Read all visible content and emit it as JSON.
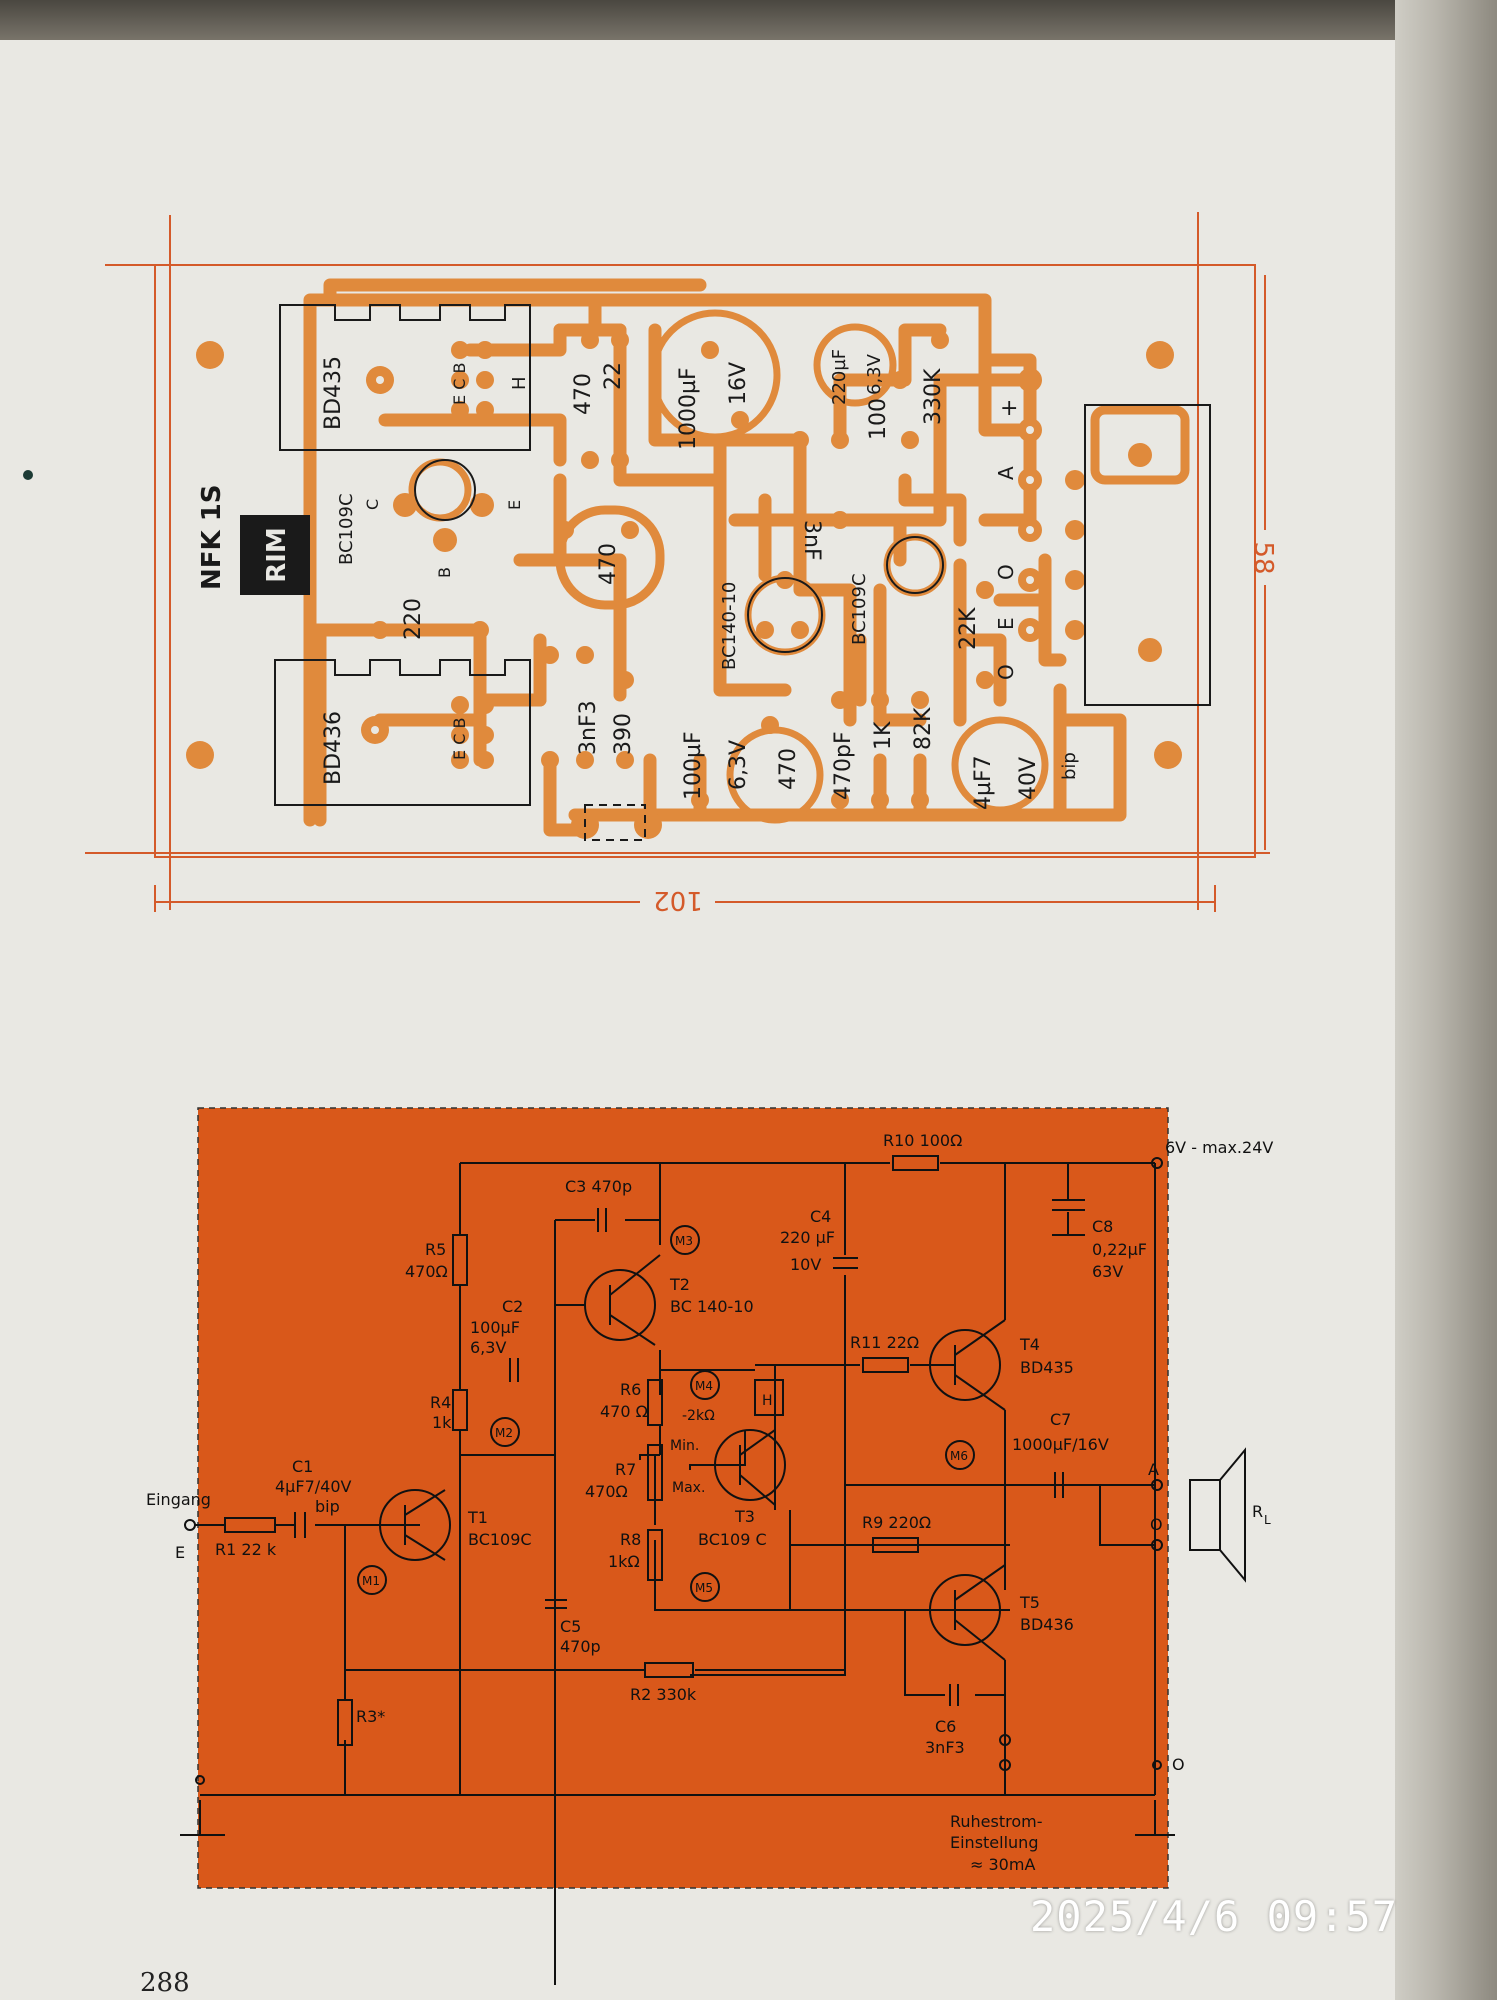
{
  "pcb": {
    "board_name": "NFK 1S",
    "logo": "RIM",
    "dim_width": "102",
    "dim_height": "58",
    "labels": {
      "bd435": "BD435",
      "bd436": "BD436",
      "bc109c_left": "BC109C",
      "bc140": "BC140-10",
      "bc109c_right": "BC109C",
      "ecb_top": "E C B",
      "ecb_bottom": "E C B",
      "c": "C",
      "b": "B",
      "e": "E",
      "r470_top": "470",
      "r22": "22",
      "cap1000": "1000µF",
      "cap16v": "16V",
      "cap220": "220µF",
      "cap6v3": "6,3V",
      "r330k": "330K",
      "r100": "100",
      "r470_mid": "470",
      "cap3nf": "3nF",
      "r220": "220",
      "cap3nf3": "3nF3",
      "r390": "390",
      "cap100": "100µF",
      "cap100v": "6,3V",
      "r470_low": "470",
      "cap470p": "470pF",
      "r1k": "1K",
      "r82k": "82K",
      "r22k": "22K",
      "cap4u7": "4µF7",
      "cap40v": "40V",
      "bip": "bip",
      "h": "H",
      "plus": "+",
      "a": "A",
      "o": "O",
      "e2": "E",
      "o2": "O"
    }
  },
  "schematic": {
    "supply": "6V - max.24V",
    "input_label": "Eingang",
    "input_e": "E",
    "quiescent_label_1": "Ruhestrom-",
    "quiescent_label_2": "Einstellung",
    "quiescent_label_3": "≈ 30mA",
    "output_a": "A",
    "output_o": "O",
    "ground_o": "O",
    "load": "R",
    "load_sub": "L",
    "parts": {
      "r1": "R1 22 k",
      "c1a": "C1",
      "c1b": "4µF7/40V",
      "c1c": "bip",
      "r2": "R2 330k",
      "r3": "R3*",
      "r4a": "R4",
      "r4b": "1k",
      "r5a": "R5",
      "r5b": "470Ω",
      "c2a": "C2",
      "c2b": "100µF",
      "c2c": "6,3V",
      "c3": "C3 470p",
      "c4a": "C4",
      "c4b": "220 µF",
      "c4c": "10V",
      "r6a": "R6",
      "r6b": "470 Ω",
      "r7a": "R7",
      "r7b": "470Ω",
      "r7min": "Min.",
      "r7max": "Max.",
      "r8a": "R8",
      "r8b": "1kΩ",
      "c5a": "C5",
      "c5b": "470p",
      "r10": "R10 100Ω",
      "c8a": "C8",
      "c8b": "0,22µF",
      "c8c": "63V",
      "r11": "R11 22Ω",
      "r9": "R9 220Ω",
      "c7a": "C7",
      "c7b": "1000µF/16V",
      "c6a": "C6",
      "c6b": "3nF3",
      "t1a": "T1",
      "t1b": "BC109C",
      "t2a": "T2",
      "t2b": "BC 140-10",
      "t3a": "T3",
      "t3b": "BC109 C",
      "t4a": "T4",
      "t4b": "BD435",
      "t5a": "T5",
      "t5b": "BD436",
      "h": "H",
      "ntc": "-2kΩ",
      "m1": "M1",
      "m2": "M2",
      "m3": "M3",
      "m4": "M4",
      "m5": "M5",
      "m6": "M6"
    }
  },
  "page_number": "288",
  "timestamp": "2025/4/6  09:57",
  "colors": {
    "copper": "#e08a3c",
    "schematic_bg": "#d9581a",
    "paper": "#e9e8e3",
    "dimension": "#d45a2a"
  }
}
